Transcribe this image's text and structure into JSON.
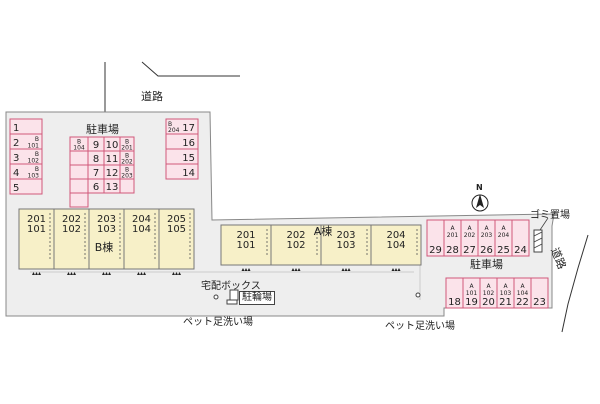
{
  "colors": {
    "ground": "#eeeeee",
    "outline": "#888888",
    "building": "#f7f0c8",
    "building_stroke": "#777777",
    "parking_fill": "#fbe3ea",
    "parking_stroke": "#d0587a",
    "text": "#222222"
  },
  "labels": {
    "road_top": "道路",
    "road_right": "道路",
    "parking_nw": "駐車場",
    "parking_e": "駐車場",
    "trash": "ゴミ置場",
    "delivery_box": "宅配ボックス",
    "bicycle": "駐輪場",
    "pet_wash_left": "ペット足洗い場",
    "pet_wash_right": "ペット足洗い場",
    "compass_n": "N"
  },
  "building_b": {
    "name": "B棟",
    "units": [
      {
        "upper": "201",
        "lower": "101"
      },
      {
        "upper": "202",
        "lower": "102"
      },
      {
        "upper": "203",
        "lower": "103"
      },
      {
        "upper": "204",
        "lower": "104"
      },
      {
        "upper": "205",
        "lower": "105"
      }
    ]
  },
  "building_a": {
    "name": "A棟",
    "units": [
      {
        "upper": "201",
        "lower": "101"
      },
      {
        "upper": "202",
        "lower": "102"
      },
      {
        "upper": "203",
        "lower": "103"
      },
      {
        "upper": "204",
        "lower": "104"
      }
    ]
  },
  "parking": {
    "west_column": [
      {
        "label": "1"
      },
      {
        "label": "2",
        "sub_top": "B",
        "sub_bottom": "101"
      },
      {
        "label": "3",
        "sub_top": "B",
        "sub_bottom": "102"
      },
      {
        "label": "4",
        "sub_top": "B",
        "sub_bottom": "103"
      },
      {
        "label": "5"
      }
    ],
    "center_left": [
      {
        "sub_top": "B",
        "sub_bottom": "104"
      },
      {},
      {},
      {},
      {}
    ],
    "center_mid": [
      "9",
      "8",
      "7",
      "6"
    ],
    "center_right": [
      "10",
      "11",
      "12",
      "13"
    ],
    "center_rightsub": [
      {
        "sub_top": "B",
        "sub_bottom": "201"
      },
      {
        "sub_top": "B",
        "sub_bottom": "202"
      },
      {
        "sub_top": "B",
        "sub_bottom": "203"
      },
      {}
    ],
    "north_column": [
      {
        "label": "17",
        "sub_top": "B",
        "sub_bottom": "204"
      },
      {
        "label": "16"
      },
      {
        "label": "15"
      },
      {
        "label": "14"
      }
    ],
    "east_top": [
      {
        "label": "29"
      },
      {
        "label": "28",
        "sub_top": "A",
        "sub_bottom": "201"
      },
      {
        "label": "27",
        "sub_top": "A",
        "sub_bottom": "202"
      },
      {
        "label": "26",
        "sub_top": "A",
        "sub_bottom": "203"
      },
      {
        "label": "25",
        "sub_top": "A",
        "sub_bottom": "204"
      },
      {
        "label": "24"
      }
    ],
    "east_bottom": [
      {
        "label": "18"
      },
      {
        "label": "19",
        "sub_top": "A",
        "sub_bottom": "101"
      },
      {
        "label": "20",
        "sub_top": "A",
        "sub_bottom": "102"
      },
      {
        "label": "21",
        "sub_top": "A",
        "sub_bottom": "103"
      },
      {
        "label": "22",
        "sub_top": "A",
        "sub_bottom": "104"
      },
      {
        "label": "23"
      }
    ]
  }
}
